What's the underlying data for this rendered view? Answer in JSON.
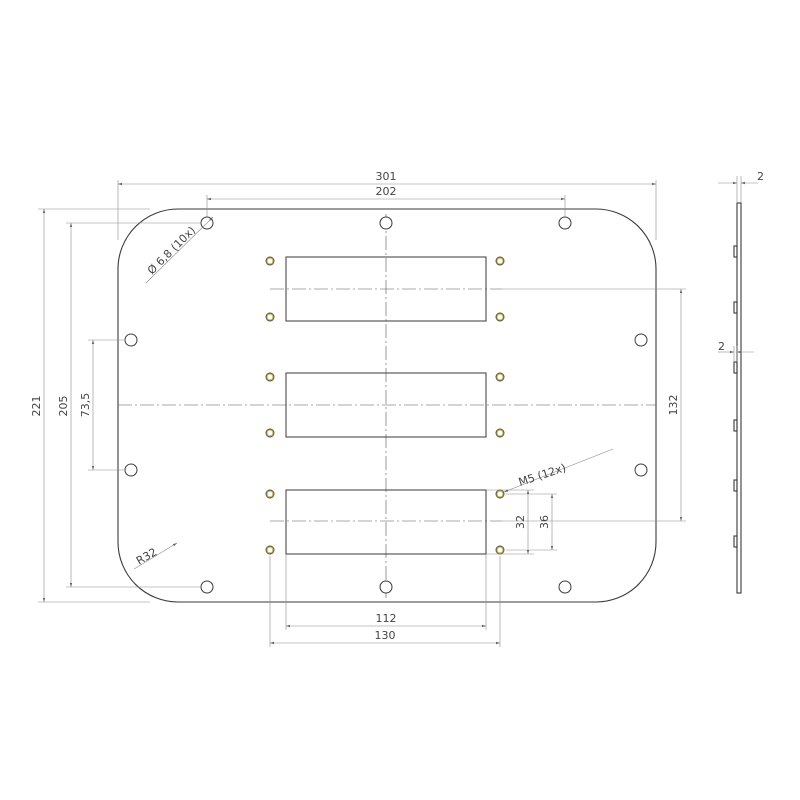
{
  "dimensions": {
    "width_overall": "301",
    "hole_span_top": "202",
    "height_overall": "221",
    "height_holes": "205",
    "height_side_holes": "73,5",
    "height_right": "132",
    "cutout_width": "112",
    "cutout_hole_span": "130",
    "cutout_height": "32",
    "cutout_hole_pitch": "36",
    "corner_radius": "R32",
    "hole_callout": "Ø 6,8 (10x)",
    "thread_callout": "M5 (12x)",
    "thickness_top": "2",
    "thickness_mid": "2"
  }
}
